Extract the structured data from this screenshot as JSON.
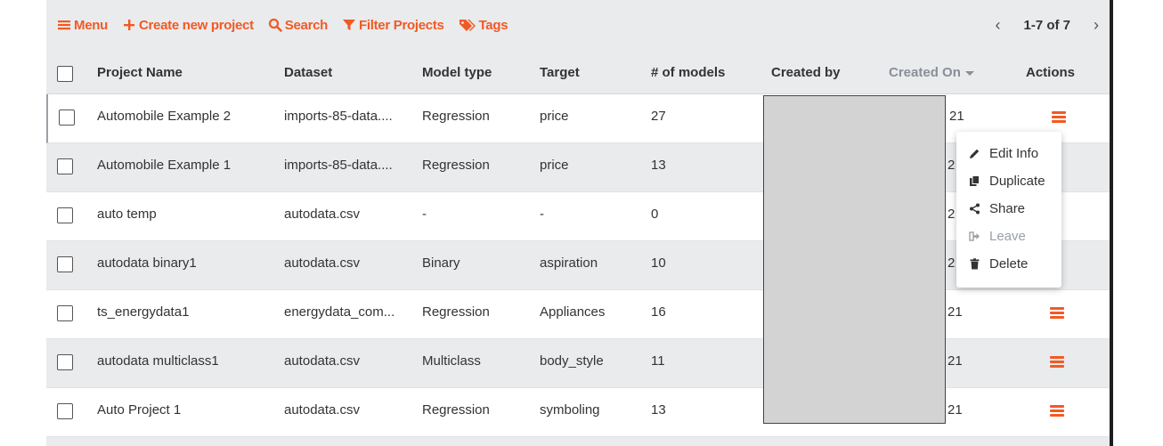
{
  "toolbar": {
    "menu": "Menu",
    "create": "Create new project",
    "search": "Search",
    "filter": "Filter Projects",
    "tags": "Tags"
  },
  "pager": {
    "range": "1-7 of 7",
    "prev": "‹",
    "next": "›"
  },
  "columns": {
    "name": "Project Name",
    "dataset": "Dataset",
    "model_type": "Model type",
    "target": "Target",
    "models": "# of models",
    "created_by": "Created by",
    "created_on": "Created On",
    "actions": "Actions"
  },
  "rows": [
    {
      "name": "Automobile Example 2",
      "dataset": "imports-85-data....",
      "model_type": "Regression",
      "target": "price",
      "models": "27",
      "created_on": "21"
    },
    {
      "name": "Automobile Example 1",
      "dataset": "imports-85-data....",
      "model_type": "Regression",
      "target": "price",
      "models": "13",
      "created_on": "2"
    },
    {
      "name": "auto temp",
      "dataset": "autodata.csv",
      "model_type": "-",
      "target": "-",
      "models": "0",
      "created_on": "2"
    },
    {
      "name": "autodata binary1",
      "dataset": "autodata.csv",
      "model_type": "Binary",
      "target": "aspiration",
      "models": "10",
      "created_on": "2"
    },
    {
      "name": "ts_energydata1",
      "dataset": "energydata_com...",
      "model_type": "Regression",
      "target": "Appliances",
      "models": "16",
      "created_on": "21"
    },
    {
      "name": "autodata multiclass1",
      "dataset": "autodata.csv",
      "model_type": "Multiclass",
      "target": "body_style",
      "models": "11",
      "created_on": "21"
    },
    {
      "name": "Auto Project 1",
      "dataset": "autodata.csv",
      "model_type": "Regression",
      "target": "symboling",
      "models": "13",
      "created_on": "21"
    }
  ],
  "context_menu": {
    "edit": "Edit Info",
    "duplicate": "Duplicate",
    "share": "Share",
    "leave": "Leave",
    "delete": "Delete"
  },
  "colors": {
    "accent": "#f15a24",
    "header_bg": "#e9ebed"
  }
}
